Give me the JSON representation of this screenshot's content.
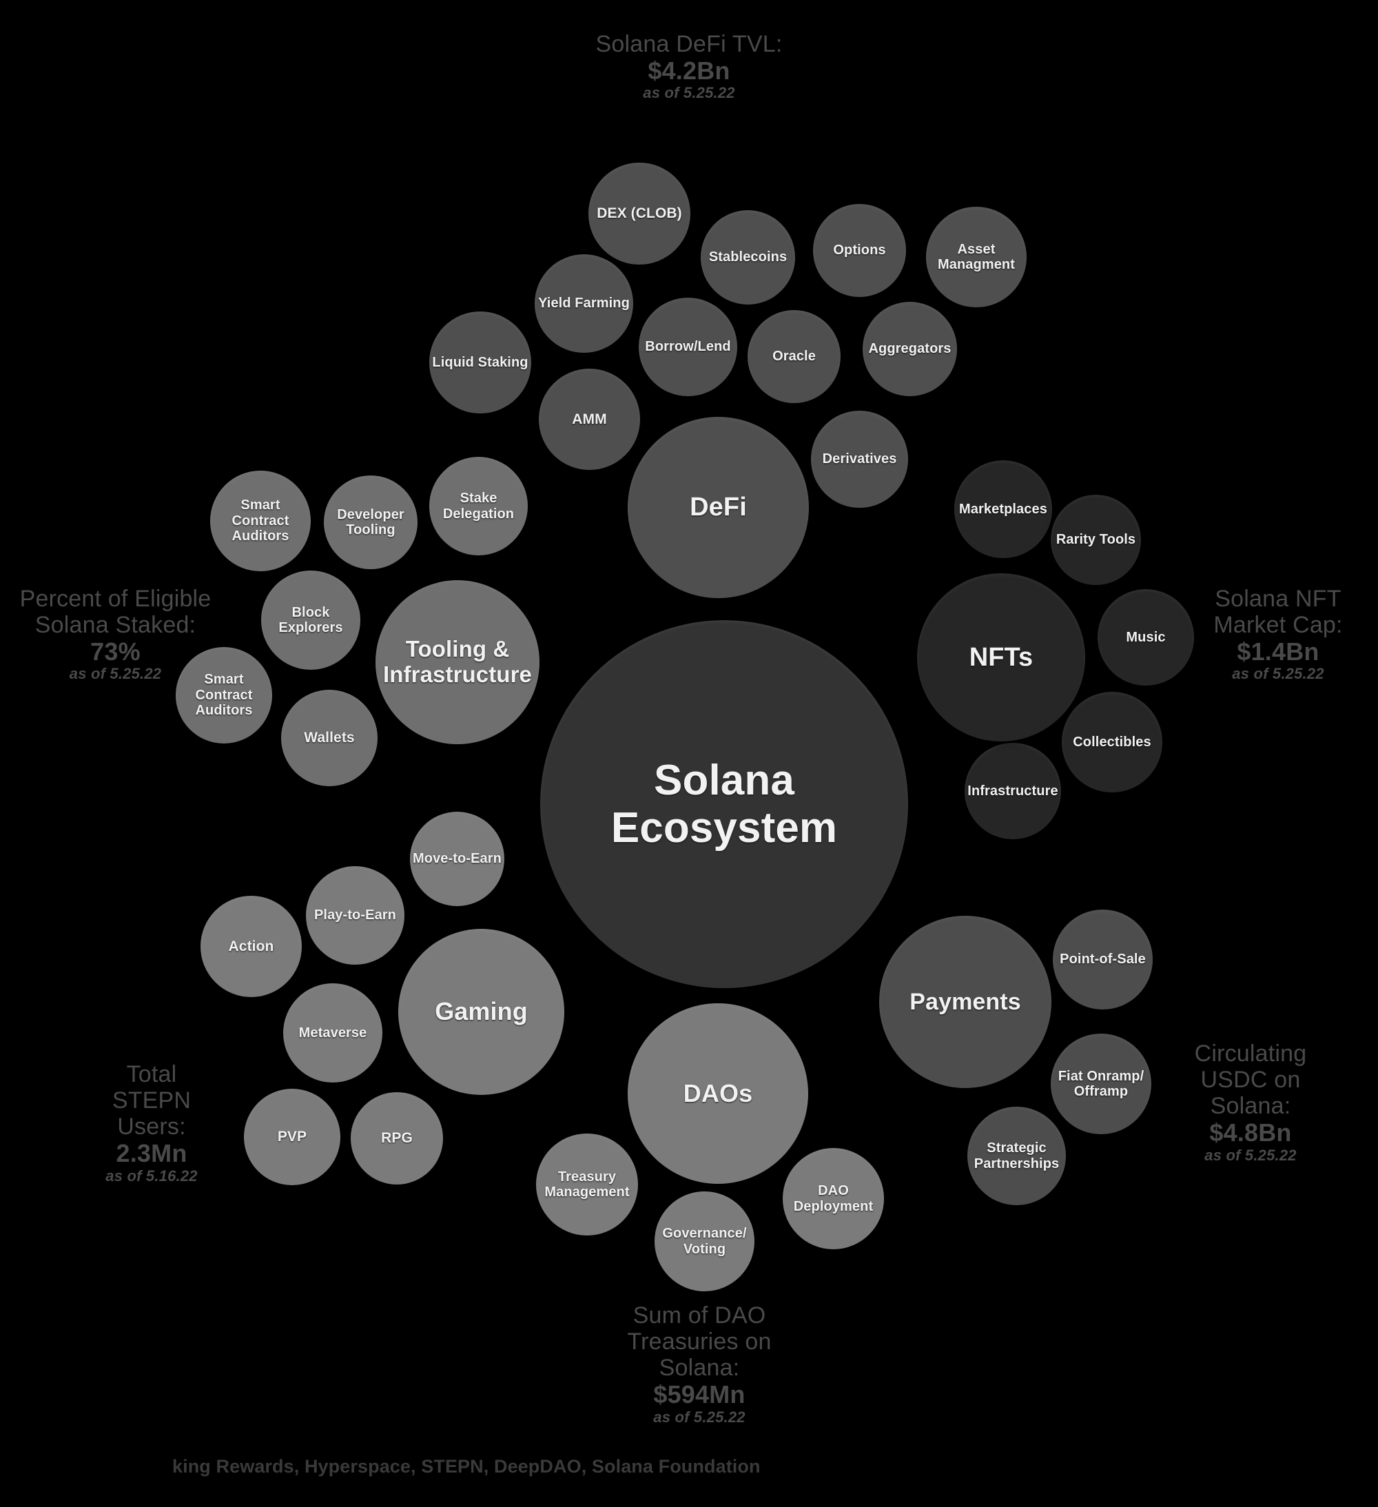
{
  "title": "Solana Ecosystem",
  "core": {
    "label": "Solana Ecosystem"
  },
  "clusters": {
    "defi": {
      "hub": "DeFi",
      "items": [
        "DEX (CLOB)",
        "Stablecoins",
        "Options",
        "Asset Managment",
        "Yield Farming",
        "Liquid Staking",
        "Borrow/Lend",
        "Oracle",
        "Aggregators",
        "AMM",
        "Derivatives"
      ]
    },
    "tooling": {
      "hub": "Tooling & Infrastructure",
      "items": [
        "Smart Contract Auditors",
        "Developer Tooling",
        "Stake Delegation",
        "Block Explorers",
        "Smart Contract Auditors",
        "Wallets"
      ]
    },
    "nfts": {
      "hub": "NFTs",
      "items": [
        "Marketplaces",
        "Rarity Tools",
        "Music",
        "Collectibles",
        "Infrastructure"
      ]
    },
    "gaming": {
      "hub": "Gaming",
      "items": [
        "Move-to-Earn",
        "Play-to-Earn",
        "Action",
        "Metaverse",
        "PVP",
        "RPG"
      ]
    },
    "daos": {
      "hub": "DAOs",
      "items": [
        "Treasury Management",
        "Governance/ Voting",
        "DAO Deployment"
      ]
    },
    "payments": {
      "hub": "Payments",
      "items": [
        "Point-of-Sale",
        "Fiat Onramp/ Offramp",
        "Strategic Partnerships"
      ]
    }
  },
  "stats": {
    "defi_tvl": {
      "label": "Solana DeFi TVL:",
      "value": "$4.2Bn",
      "asof": "as of 5.25.22"
    },
    "staked": {
      "label": "Percent of Eligible Solana Staked:",
      "value": "73%",
      "asof": "as of 5.25.22"
    },
    "nft_mcap": {
      "label": "Solana NFT Market Cap:",
      "value": "$1.4Bn",
      "asof": "as of 5.25.22"
    },
    "stepn": {
      "label": "Total STEPN Users:",
      "value": "2.3Mn",
      "asof": "as of 5.16.22"
    },
    "usdc": {
      "label": "Circulating USDC on Solana:",
      "value": "$4.8Bn",
      "asof": "as of 5.25.22"
    },
    "dao_treas": {
      "label": "Sum of DAO Treasuries on Solana:",
      "value": "$594Mn",
      "asof": "as of 5.25.22"
    }
  },
  "footer": {
    "text": "king Rewards, Hyperspace, STEPN, DeepDAO, Solana Foundation"
  },
  "colors": {
    "background": "#000000",
    "core": "#333333",
    "defi": "#4f4f4f",
    "tooling": "#6f6f6f",
    "nfts": "#262626",
    "gaming": "#7b7b7b",
    "daos": "#7b7b7b",
    "payments": "#4d4d4d",
    "stat_text": "#4a4a4a",
    "bubble_text": "#f2f2f2"
  }
}
